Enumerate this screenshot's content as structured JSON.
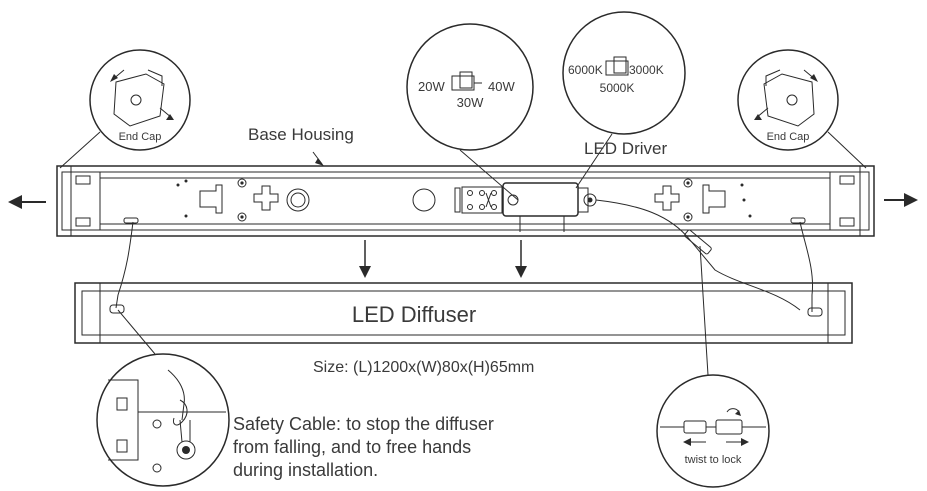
{
  "labels": {
    "end_cap_left": "End Cap",
    "end_cap_right": "End Cap",
    "base_housing": "Base Housing",
    "led_driver": "LED Driver",
    "led_diffuser": "LED Diffuser",
    "size": "Size: (L)1200x(W)80x(H)65mm",
    "twist_to_lock": "twist to lock"
  },
  "wattage_switch": {
    "left": "20W",
    "right": "40W",
    "middle": "30W"
  },
  "cct_switch": {
    "left": "6000K",
    "right": "3000K",
    "middle": "5000K"
  },
  "safety_cable": {
    "lines": [
      "Safety Cable: to stop the diffuser",
      "from falling, and to free hands",
      "during installation."
    ]
  },
  "colors": {
    "line": "#2a2a2a",
    "text": "#3a3a3a",
    "background": "#ffffff"
  }
}
